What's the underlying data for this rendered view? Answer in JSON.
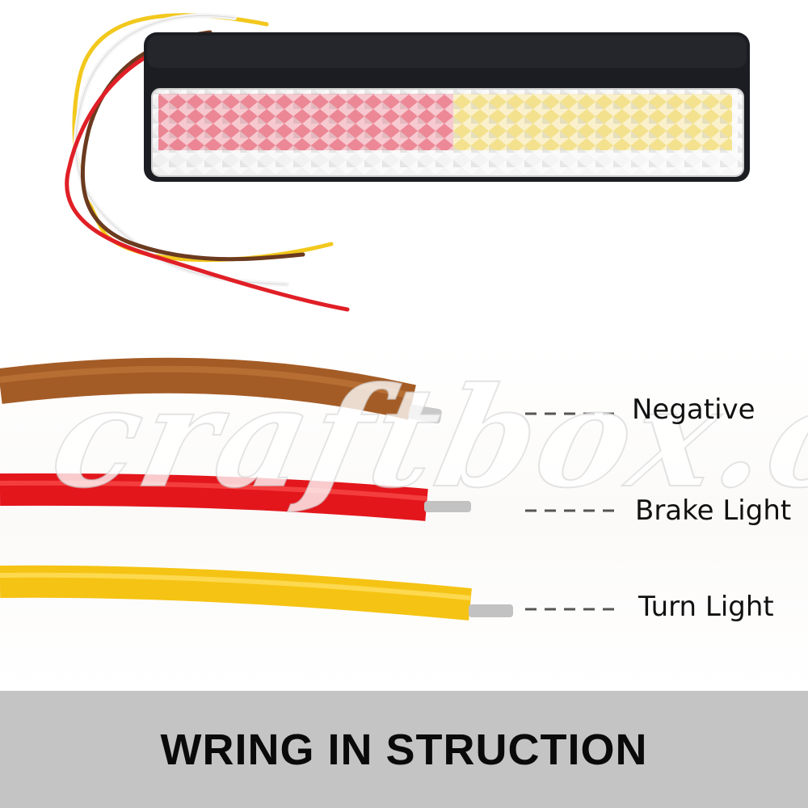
{
  "wires": [
    {
      "label": "Negative",
      "color": "#a45c26"
    },
    {
      "label": "Brake Light",
      "color": "#e3161c"
    },
    {
      "label": "Turn Light",
      "color": "#f5c313"
    }
  ],
  "banner": {
    "text": "WRING IN STRUCTION",
    "background": "#c4c4c4"
  },
  "watermark": {
    "text": "craftbox.oz"
  },
  "lamp": {
    "housing_color": "#1c1d22",
    "lens_left_color": "#e83048",
    "lens_right_color": "#f3d44a"
  }
}
